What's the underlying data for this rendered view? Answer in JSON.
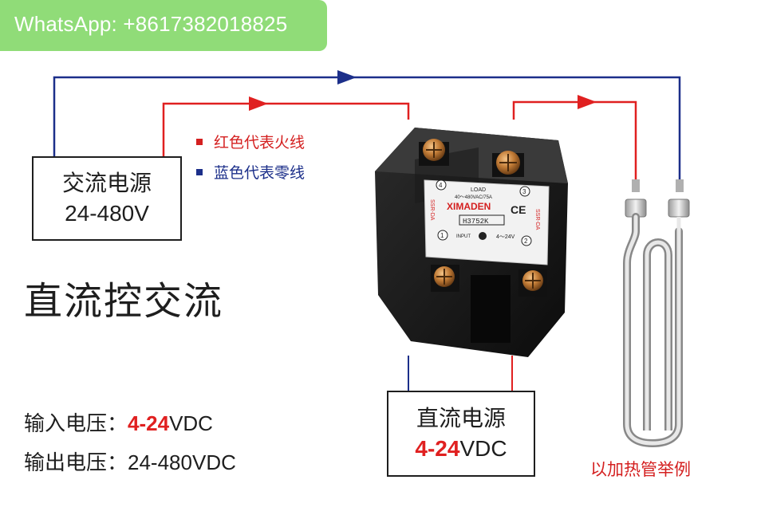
{
  "contact_badge": {
    "text": "WhatsApp: +8617382018825"
  },
  "ac_source": {
    "line1": "交流电源",
    "line2": "24-480V"
  },
  "legend": {
    "red": "红色代表火线",
    "blue": "蓝色代表零线"
  },
  "headline": "直流控交流",
  "specs": {
    "input_label": "输入电压：",
    "input_value": "4-24",
    "input_unit": "VDC",
    "output_label": "输出电压：",
    "output_value": "24-480VDC"
  },
  "dc_source": {
    "line1": "直流电源",
    "line2_value": "4-24",
    "line2_unit": "VDC"
  },
  "relay": {
    "brand": "XIMADEN",
    "model": "H3752K",
    "load_label": "LOAD",
    "load_rating": "40～480VAC/75A",
    "input_label": "INPUT",
    "input_rating": "4～24V",
    "terminals": [
      "1",
      "2",
      "3",
      "4"
    ],
    "side_text": "SSR-DA",
    "ce_mark": "CE"
  },
  "example_note": "以加热管举例",
  "colors": {
    "live": "#e02020",
    "neutral": "#1c2f8a",
    "badge": "#90dc78"
  }
}
